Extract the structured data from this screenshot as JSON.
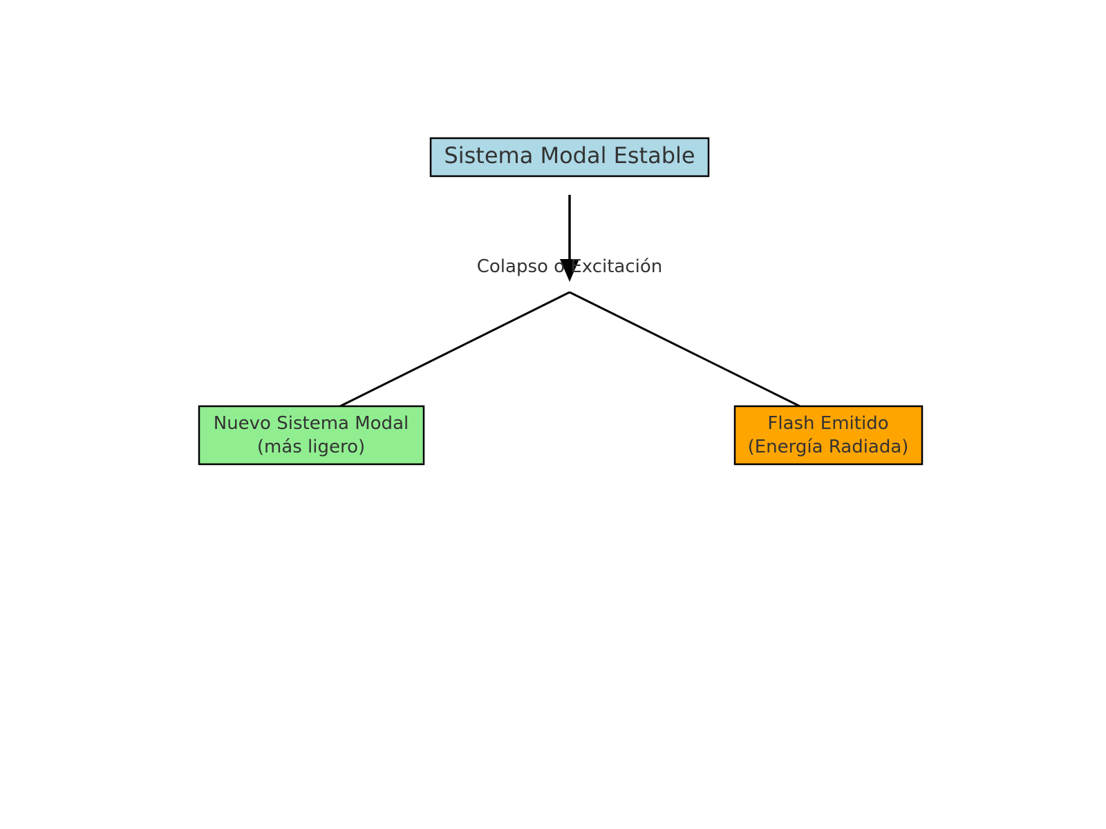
{
  "diagram": {
    "nodes": {
      "root": {
        "label": "Sistema Modal Estable",
        "fill": "#add8e6"
      },
      "left": {
        "line1": "Nuevo Sistema Modal",
        "line2": "(más ligero)",
        "fill": "#90ee90"
      },
      "right": {
        "line1": "Flash Emitido",
        "line2": "(Energía Radiada)",
        "fill": "#ffa500"
      }
    },
    "edge_label": "Colapso o Excitación",
    "colors": {
      "stroke": "#000000",
      "text": "#333333",
      "background": "#ffffff"
    }
  }
}
